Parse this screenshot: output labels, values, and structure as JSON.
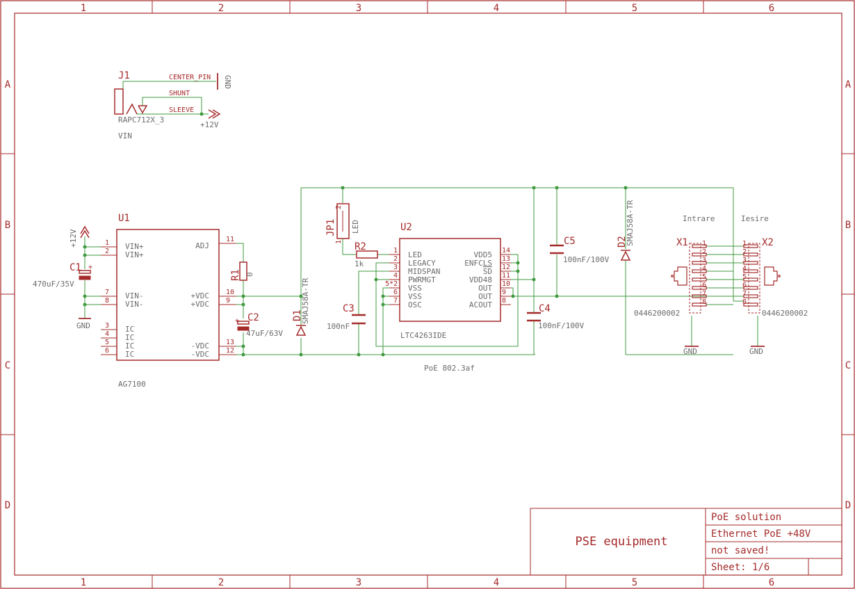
{
  "frame": {
    "columns": [
      "1",
      "2",
      "3",
      "4",
      "5",
      "6"
    ],
    "rows": [
      "A",
      "B",
      "C",
      "D"
    ]
  },
  "title_block": {
    "project": "PSE equipment",
    "line1": "PoE solution",
    "line2": "Ethernet PoE +48V",
    "line3": "not saved!",
    "line4": "Sheet: 1/6"
  },
  "j1": {
    "ref": "J1",
    "part": "RAPC712X_3",
    "value": "VIN",
    "pins": [
      "CENTER_PIN",
      "SHUNT",
      "SLEEVE"
    ],
    "gnd_label": "GND",
    "supply": "+12V"
  },
  "u1": {
    "ref": "U1",
    "part": "AG7100",
    "left_pins": [
      {
        "num": "1",
        "name": "VIN+"
      },
      {
        "num": "2",
        "name": "VIN+"
      },
      {
        "num": "7",
        "name": "VIN-"
      },
      {
        "num": "8",
        "name": "VIN-"
      },
      {
        "num": "3",
        "name": "IC"
      },
      {
        "num": "4",
        "name": "IC"
      },
      {
        "num": "5",
        "name": "IC"
      },
      {
        "num": "6",
        "name": "IC"
      }
    ],
    "right_pins": [
      {
        "num": "11",
        "name": "ADJ"
      },
      {
        "num": "10",
        "name": "+VDC"
      },
      {
        "num": "9",
        "name": "+VDC"
      },
      {
        "num": "13",
        "name": "-VDC"
      },
      {
        "num": "12",
        "name": "-VDC"
      }
    ],
    "supply": "+12V",
    "gnd": "GND"
  },
  "c1": {
    "ref": "C1",
    "value": "470uF/35V"
  },
  "r1": {
    "ref": "R1",
    "value": "0"
  },
  "c2": {
    "ref": "C2",
    "value": "47uF/63V"
  },
  "d1": {
    "ref": "D1",
    "value": "SMAJ58A-TR"
  },
  "jp1": {
    "ref": "JP1",
    "value": "LED",
    "pin1": "1",
    "pin2": "2"
  },
  "r2": {
    "ref": "R2",
    "value": "1k"
  },
  "c3": {
    "ref": "C3",
    "value": "100nF"
  },
  "u2": {
    "ref": "U2",
    "part": "LTC4263IDE",
    "left_pins": [
      {
        "num": "1",
        "name": "LED"
      },
      {
        "num": "2",
        "name": "LEGACY"
      },
      {
        "num": "3",
        "name": "MIDSPAN"
      },
      {
        "num": "4",
        "name": "PWRMGT"
      },
      {
        "num": "6",
        "name": "VSS"
      },
      {
        "num": "7",
        "name": "OSC"
      }
    ],
    "vss_top": "VSS",
    "stack_label": "5*2",
    "right_pins": [
      {
        "num": "14",
        "name": "VDD5"
      },
      {
        "num": "13",
        "name": "ENFCLS"
      },
      {
        "num": "12",
        "name": "SD"
      },
      {
        "num": "11",
        "name": "VDD48"
      },
      {
        "num": "10",
        "name": "OUT"
      },
      {
        "num": "9",
        "name": "OUT"
      },
      {
        "num": "8",
        "name": "ACOUT"
      }
    ],
    "note": "PoE 802.3af"
  },
  "c4": {
    "ref": "C4",
    "value": "100nF/100V"
  },
  "c5": {
    "ref": "C5",
    "value": "100nF/100V"
  },
  "d2": {
    "ref": "D2",
    "value": "SMAJ58A-TR"
  },
  "x1": {
    "ref": "X1",
    "title": "Intrare",
    "part": "0446200002",
    "gnd": "GND",
    "pins": [
      "1",
      "2",
      "3",
      "4",
      "5",
      "6",
      "7",
      "8"
    ]
  },
  "x2": {
    "ref": "X2",
    "title": "Iesire",
    "part": "0446200002",
    "gnd": "GND",
    "pins": [
      "1",
      "2",
      "3",
      "4",
      "5",
      "6",
      "7",
      "8"
    ]
  },
  "colors": {
    "component": "#a52a2a",
    "wire": "#3f9a3f",
    "background": "#ffffff"
  }
}
